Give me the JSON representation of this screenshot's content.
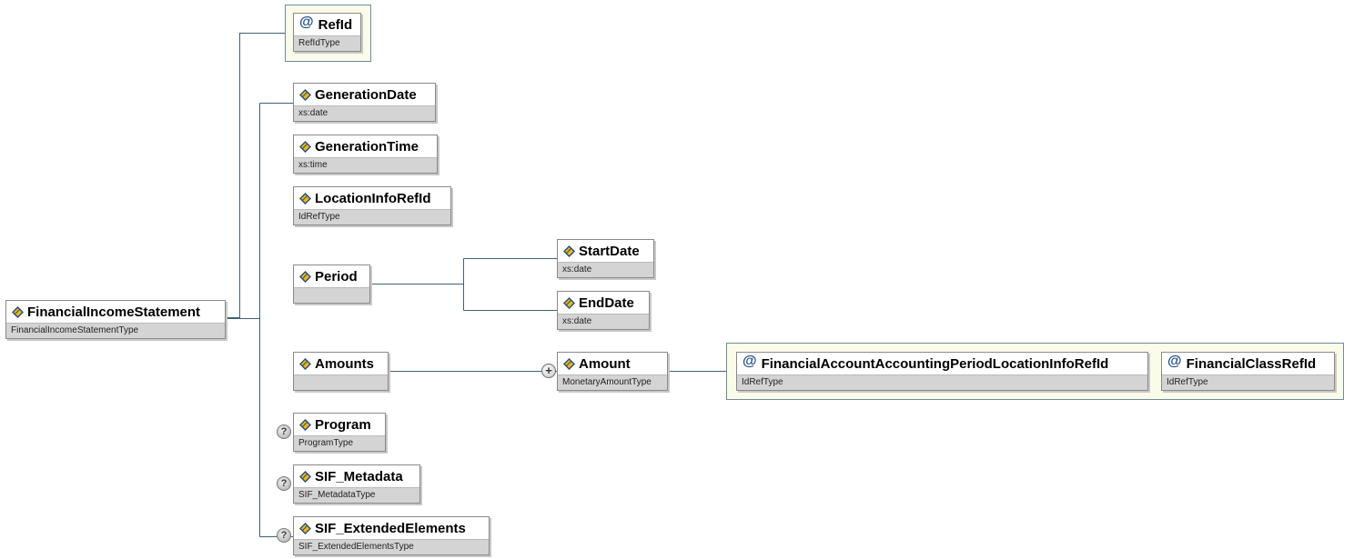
{
  "root": {
    "name": "FinancialIncomeStatement",
    "type": "FinancialIncomeStatementType"
  },
  "attributes": [
    {
      "name": "RefId",
      "type": "RefIdType"
    }
  ],
  "children": [
    {
      "name": "GenerationDate",
      "type": "xs:date"
    },
    {
      "name": "GenerationTime",
      "type": "xs:time"
    },
    {
      "name": "LocationInfoRefId",
      "type": "IdRefType"
    },
    {
      "name": "Period",
      "type": "",
      "children": [
        {
          "name": "StartDate",
          "type": "xs:date"
        },
        {
          "name": "EndDate",
          "type": "xs:date"
        }
      ]
    },
    {
      "name": "Amounts",
      "type": "",
      "children": [
        {
          "name": "Amount",
          "type": "MonetaryAmountType",
          "attributes": [
            {
              "name": "FinancialAccountAccountingPeriodLocationInfoRefId",
              "type": "IdRefType"
            },
            {
              "name": "FinancialClassRefId",
              "type": "IdRefType"
            }
          ]
        }
      ]
    },
    {
      "name": "Program",
      "type": "ProgramType",
      "optional": true
    },
    {
      "name": "SIF_Metadata",
      "type": "SIF_MetadataType",
      "optional": true
    },
    {
      "name": "SIF_ExtendedElements",
      "type": "SIF_ExtendedElementsType",
      "optional": true
    }
  ],
  "icons": {
    "element": "element-diamond-icon",
    "attribute": "at-sign-icon",
    "optional": "question-mark-icon",
    "expand": "plus-icon"
  },
  "optional_symbol": "?",
  "expand_symbol": "+",
  "attribute_symbol": "@",
  "colors": {
    "line": "#3f6378",
    "type_bar": "#d4d4d4",
    "attr_group_bg": "#fbfbea"
  }
}
